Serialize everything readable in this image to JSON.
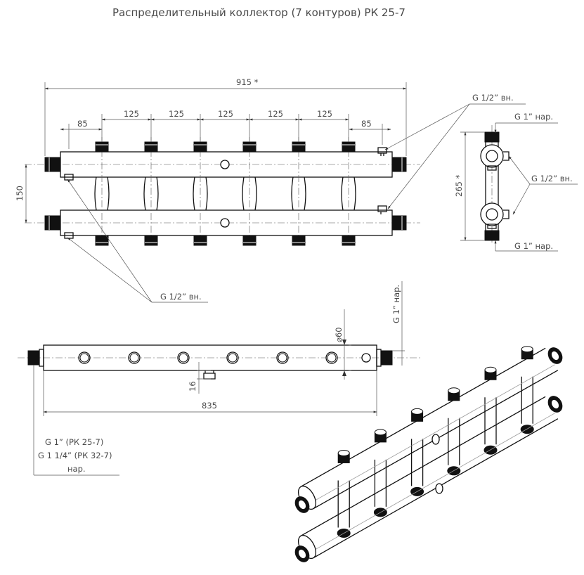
{
  "title": "Распределительный коллектор (7 контуров) РК 25-7",
  "dims": {
    "total_length": "915 *",
    "end_offset_left": "85",
    "end_offset_right": "85",
    "pitch": [
      "125",
      "125",
      "125",
      "125",
      "125"
    ],
    "height_between_axes": "150",
    "side_height": "265 *",
    "body_length": "835",
    "diameter": "⌀60",
    "vent_offset": "16"
  },
  "labels": {
    "g_half_top": "G 1/2” вн.",
    "g1_top": "G 1” нар.",
    "g_half_side": "G 1/2” вн.",
    "g1_bottom": "G 1” нар.",
    "g_half_front": "G 1/2” вн.",
    "g1_vertical": "G 1” нар.",
    "outlet_line1": "G 1” (РК 25-7)",
    "outlet_line2": "G 1 1/4” (РК 32-7)",
    "outlet_line3": "нар."
  }
}
